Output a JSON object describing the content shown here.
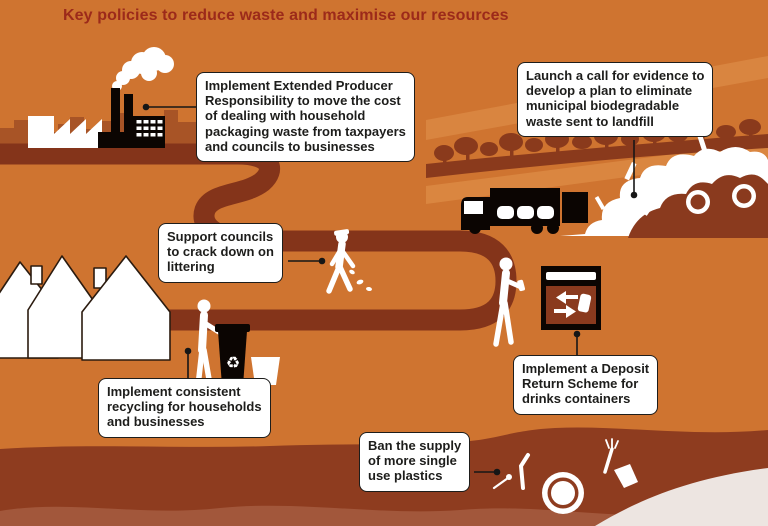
{
  "title": {
    "text": "Key policies to reduce waste and maximise our resources",
    "color": "#9C2A1A"
  },
  "palette": {
    "background": "#CF7430",
    "road": "#84341A",
    "skyline": "#A85426",
    "hedge": "#8A3A1C",
    "field_stripe": "#DC8B45",
    "landfill_mound": "#8A3A1E",
    "machine_panel": "#8A3A1E",
    "bottom_wave": "#8E3C1F",
    "bottom_wave_light": "#A2573B",
    "shore_pale": "#EDE5E1",
    "ink": "#161616",
    "callout_bg": "#FFFFFF",
    "callout_border": "#1D1D1B",
    "callout_text": "#1D1D1B",
    "figure_white": "#FFFFFF"
  },
  "callouts": [
    {
      "id": "epr",
      "text": "Implement Extended Producer\nResponsibility to move the cost\nof dealing with household\npackaging waste from taxpayers\nand councils to businesses"
    },
    {
      "id": "landfill",
      "text": "Launch a call for evidence to\ndevelop a plan to eliminate\nmunicipal biodegradable\nwaste sent to landfill"
    },
    {
      "id": "littering",
      "text": "Support councils\nto crack down on\nlittering"
    },
    {
      "id": "recycling",
      "text": "Implement consistent\nrecycling for households\nand businesses"
    },
    {
      "id": "drs",
      "text": "Implement a Deposit\nReturn Scheme for\ndrinks containers"
    },
    {
      "id": "plastics",
      "text": "Ban the supply\nof more single\nuse plastics"
    }
  ],
  "scene": {
    "recycle_symbol": "♻"
  }
}
